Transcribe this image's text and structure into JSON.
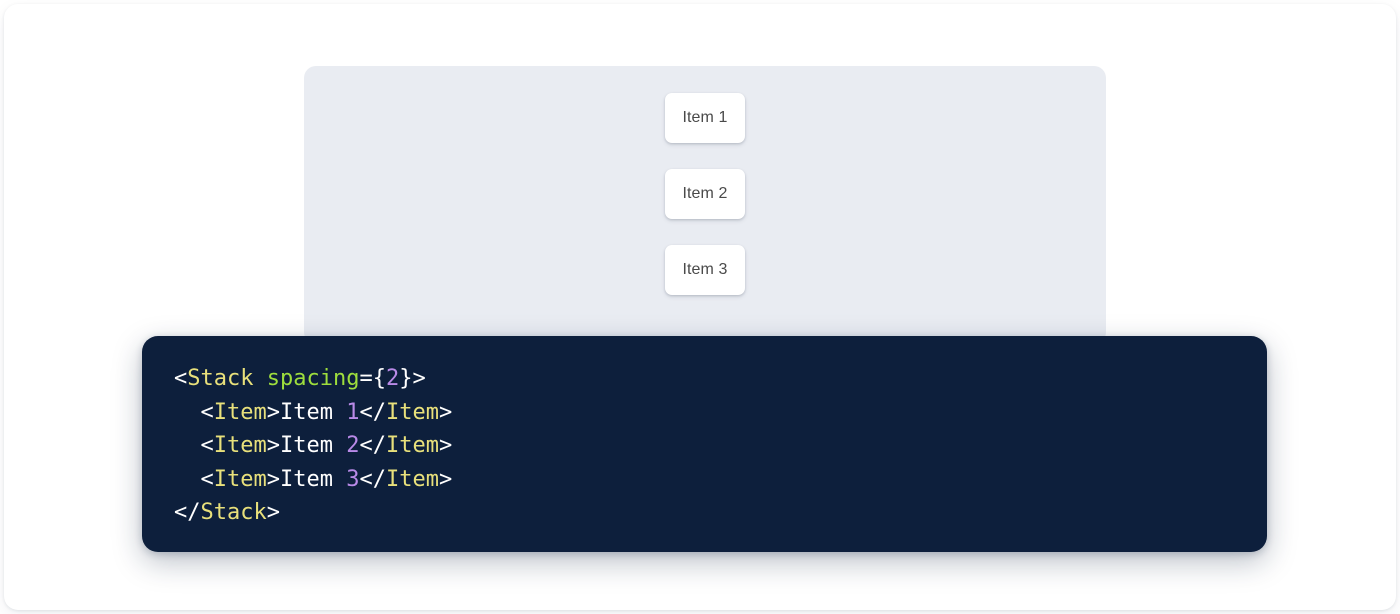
{
  "preview": {
    "panel_background": "#e9ecf2",
    "items": [
      {
        "label": "Item 1"
      },
      {
        "label": "Item 2"
      },
      {
        "label": "Item 3"
      }
    ]
  },
  "code_block": {
    "background": "#0d1f3c",
    "language": "jsx",
    "colors": {
      "punctuation": "#ffffff",
      "tag": "#e8e07b",
      "attribute": "#9ede3d",
      "number": "#b98ae8",
      "text": "#ffffff"
    },
    "lines": [
      {
        "tokens": [
          {
            "t": "punct",
            "v": "<"
          },
          {
            "t": "tag",
            "v": "Stack"
          },
          {
            "t": "text",
            "v": " "
          },
          {
            "t": "attr",
            "v": "spacing"
          },
          {
            "t": "punct",
            "v": "={"
          },
          {
            "t": "num",
            "v": "2"
          },
          {
            "t": "punct",
            "v": "}>"
          }
        ]
      },
      {
        "tokens": [
          {
            "t": "text",
            "v": "  "
          },
          {
            "t": "punct",
            "v": "<"
          },
          {
            "t": "tag",
            "v": "Item"
          },
          {
            "t": "punct",
            "v": ">"
          },
          {
            "t": "text",
            "v": "Item "
          },
          {
            "t": "num",
            "v": "1"
          },
          {
            "t": "punct",
            "v": "</"
          },
          {
            "t": "tag",
            "v": "Item"
          },
          {
            "t": "punct",
            "v": ">"
          }
        ]
      },
      {
        "tokens": [
          {
            "t": "text",
            "v": "  "
          },
          {
            "t": "punct",
            "v": "<"
          },
          {
            "t": "tag",
            "v": "Item"
          },
          {
            "t": "punct",
            "v": ">"
          },
          {
            "t": "text",
            "v": "Item "
          },
          {
            "t": "num",
            "v": "2"
          },
          {
            "t": "punct",
            "v": "</"
          },
          {
            "t": "tag",
            "v": "Item"
          },
          {
            "t": "punct",
            "v": ">"
          }
        ]
      },
      {
        "tokens": [
          {
            "t": "text",
            "v": "  "
          },
          {
            "t": "punct",
            "v": "<"
          },
          {
            "t": "tag",
            "v": "Item"
          },
          {
            "t": "punct",
            "v": ">"
          },
          {
            "t": "text",
            "v": "Item "
          },
          {
            "t": "num",
            "v": "3"
          },
          {
            "t": "punct",
            "v": "</"
          },
          {
            "t": "tag",
            "v": "Item"
          },
          {
            "t": "punct",
            "v": ">"
          }
        ]
      },
      {
        "tokens": [
          {
            "t": "punct",
            "v": "</"
          },
          {
            "t": "tag",
            "v": "Stack"
          },
          {
            "t": "punct",
            "v": ">"
          }
        ]
      }
    ],
    "plain_text": "<Stack spacing={2}>\n  <Item>Item 1</Item>\n  <Item>Item 2</Item>\n  <Item>Item 3</Item>\n</Stack>"
  }
}
